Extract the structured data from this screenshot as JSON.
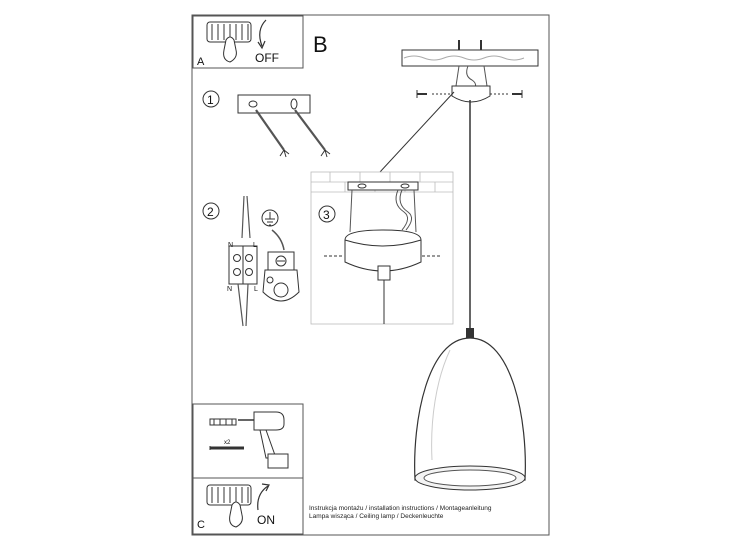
{
  "labels": {
    "step_a": "A",
    "step_b": "B",
    "step_c": "C",
    "step_1": "1",
    "step_2": "2",
    "step_3": "3",
    "off": "OFF",
    "on": "ON",
    "n": "N",
    "l": "L",
    "x2": "x2"
  },
  "caption": {
    "line1": "Instrukcja montażu / installation instructions / Montageanleitung",
    "line2": "Lampa wisząca / Ceiling lamp  / Deckenleuchte"
  },
  "colors": {
    "line": "#333333",
    "frame": "#555555",
    "hatch": "#aaaaaa"
  }
}
